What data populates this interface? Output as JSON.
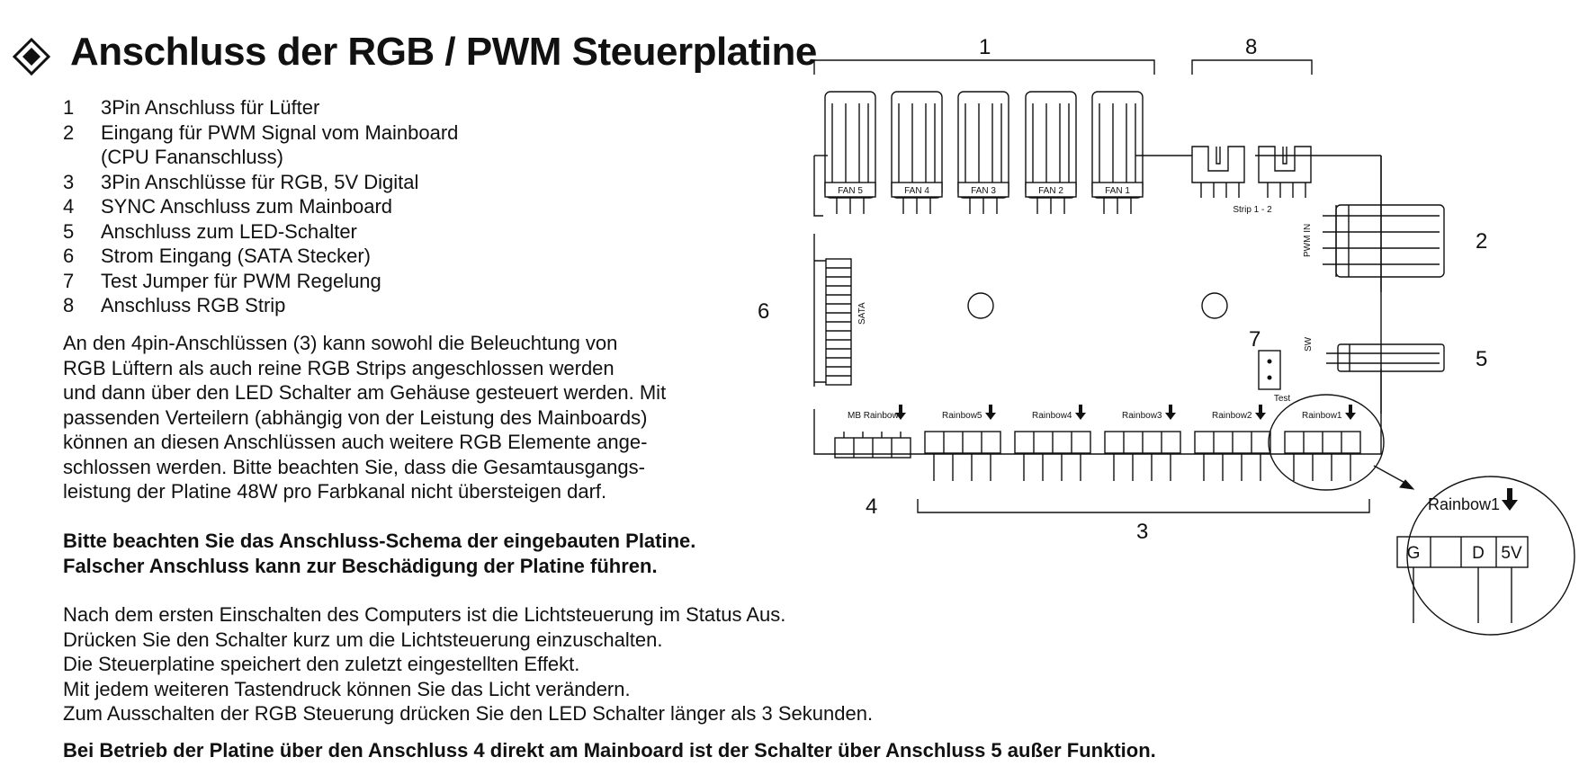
{
  "title": "Anschluss der RGB / PWM Steuerplatine",
  "legend": [
    {
      "num": "1",
      "text": "3Pin Anschluss für Lüfter"
    },
    {
      "num": "2",
      "text": "Eingang für PWM Signal vom Mainboard",
      "cont": "(CPU Fananschluss)"
    },
    {
      "num": "3",
      "text": "3Pin Anschlüsse für RGB, 5V Digital"
    },
    {
      "num": "4",
      "text": "SYNC Anschluss zum Mainboard"
    },
    {
      "num": "5",
      "text": "Anschluss zum LED-Schalter"
    },
    {
      "num": "6",
      "text": "Strom Eingang (SATA Stecker)"
    },
    {
      "num": "7",
      "text": "Test Jumper für PWM Regelung"
    },
    {
      "num": "8",
      "text": "Anschluss RGB Strip"
    }
  ],
  "paragraph1": [
    "An den 4pin-Anschlüssen (3)  kann sowohl die Beleuchtung von",
    "RGB Lüftern als auch reine RGB Strips angeschlossen werden",
    "und dann über den LED Schalter am Gehäuse gesteuert werden. Mit",
    "passenden Verteilern (abhängig von der Leistung des Mainboards)",
    "können an diesen Anschlüssen auch weitere RGB Elemente ange-",
    "schlossen werden. Bitte beachten Sie, dass die Gesamtausgangs-",
    "leistung der Platine 48W pro Farbkanal nicht übersteigen darf."
  ],
  "warning": [
    "Bitte beachten Sie das Anschluss-Schema der eingebauten Platine.",
    "Falscher Anschluss kann zur Beschädigung der Platine führen."
  ],
  "paragraph2": [
    "Nach dem ersten Einschalten des Computers ist die Lichtsteuerung im Status Aus.",
    "Drücken Sie den Schalter kurz um die Lichtsteuerung einzuschalten.",
    "Die Steuerplatine speichert den zuletzt eingestellten Effekt.",
    "Mit jedem weiteren Tastendruck können Sie das Licht verändern.",
    "Zum Ausschalten der RGB Steuerung drücken Sie den LED Schalter länger als 3 Sekunden."
  ],
  "footer": "Bei Betrieb der Platine über den Anschluss 4 direkt am Mainboard ist der Schalter über Anschluss 5 außer Funktion.",
  "diagram": {
    "callouts": {
      "c1": "1",
      "c8": "8",
      "c2": "2",
      "c5": "5",
      "c6": "6",
      "c7": "7",
      "c4": "4",
      "c3": "3"
    },
    "fans": [
      "FAN 5",
      "FAN 4",
      "FAN 3",
      "FAN 2",
      "FAN 1"
    ],
    "strip_label": "Strip 1 - 2",
    "pwm_label": "PWM IN",
    "sw_label": "SW",
    "sata_label": "SATA",
    "test_label": "Test",
    "mb_rainbow": "MB Rainbow",
    "rainbows": [
      "Rainbow5",
      "Rainbow4",
      "Rainbow3",
      "Rainbow2",
      "Rainbow1"
    ],
    "zoom_title": "Rainbow1",
    "zoom_pins": [
      "G",
      "",
      "D",
      "5V"
    ]
  }
}
